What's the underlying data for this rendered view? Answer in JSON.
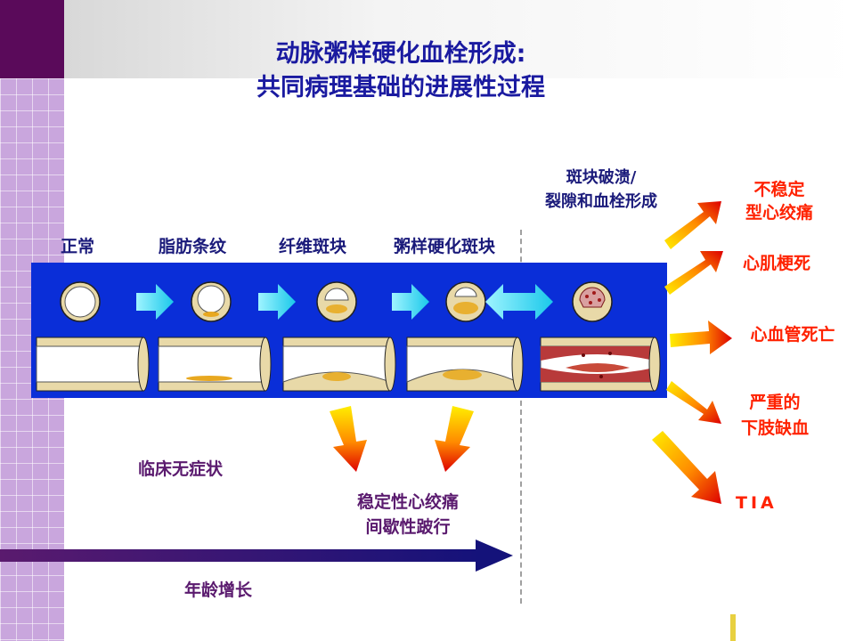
{
  "title": {
    "line1": "动脉粥样硬化血栓形成:",
    "line2": "共同病理基础的进展性过程"
  },
  "stages": [
    "正常",
    "脂肪条纹",
    "纤维斑块",
    "粥样硬化斑块"
  ],
  "rupture_label": {
    "line1": "斑块破溃/",
    "line2": "裂隙和血栓形成"
  },
  "outcomes": {
    "unstable_angina": {
      "line1": "不稳定",
      "line2": "型心绞痛"
    },
    "mi": "心肌梗死",
    "cv_death": "心血管死亡",
    "limb": {
      "line1": "严重的",
      "line2": "下肢缺血"
    },
    "tia": "TIA"
  },
  "asymptomatic": "临床无症状",
  "stable": {
    "line1": "稳定性心绞痛",
    "line2": "间歇性跛行"
  },
  "age_label": "年龄增长",
  "colors": {
    "panel_blue": "#0a2ed8",
    "title_blue": "#1a1aa0",
    "outcome_red": "#ff2200",
    "age_arrow": "#1a0a6e",
    "stage_arrow": "#2ad8f0"
  }
}
